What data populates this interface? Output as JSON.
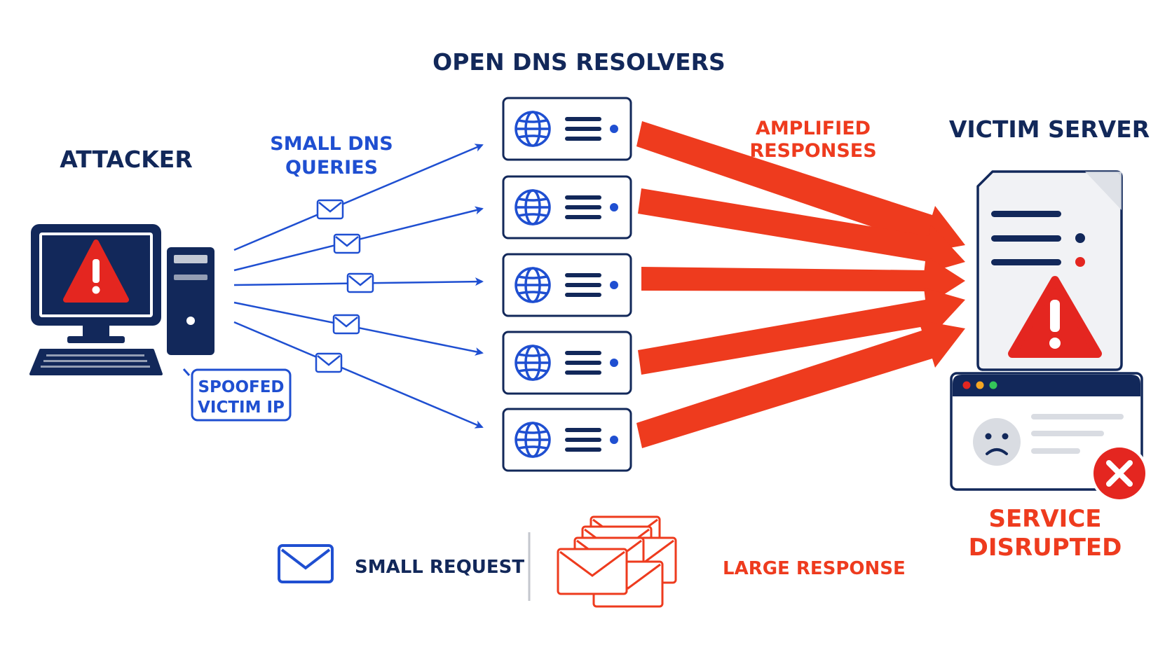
{
  "diagram": {
    "resolvers_title": "OPEN DNS RESOLVERS",
    "attacker_label": "ATTACKER",
    "queries_label_line1": "SMALL DNS",
    "queries_label_line2": "QUERIES",
    "spoofed_line1": "SPOOFED",
    "spoofed_line2": "VICTIM IP",
    "amplified_line1": "AMPLIFIED",
    "amplified_line2": "RESPONSES",
    "victim_label": "VICTIM SERVER",
    "service_line1": "SERVICE",
    "service_line2": "DISRUPTED",
    "resolver_count": 5
  },
  "legend": {
    "small_request": "SMALL REQUEST",
    "large_response": "LARGE RESPONSE"
  },
  "colors": {
    "navy": "#12285a",
    "blue": "#1f4fd1",
    "red": "#ee3b1e",
    "alert_red": "#e42620",
    "gray": "#d9dce2"
  },
  "icons": {
    "attacker": "computer-warning-icon",
    "query": "envelope-icon",
    "resolver": "globe-server-icon",
    "victim": "server-warning-icon",
    "error": "close-circle-icon",
    "sad": "sad-face-icon"
  }
}
